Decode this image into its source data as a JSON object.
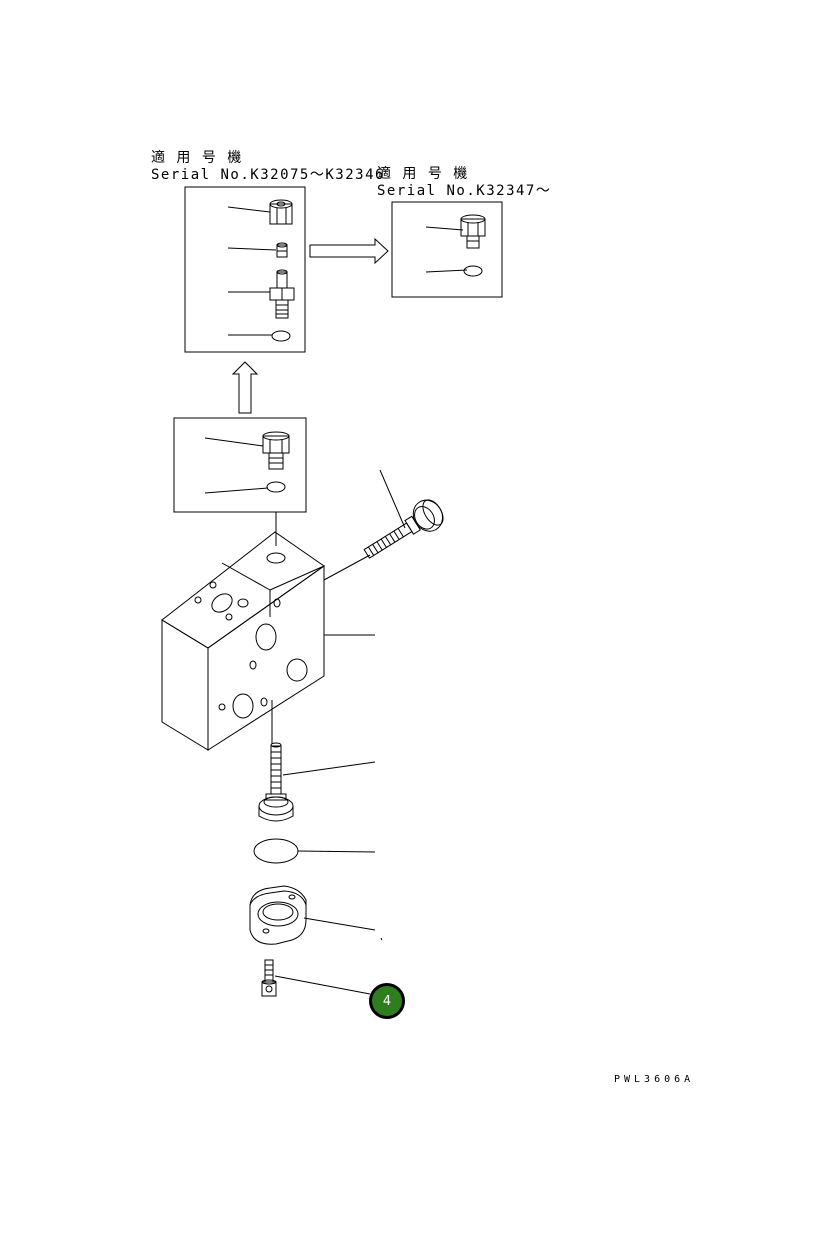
{
  "labels": {
    "old_applicable": "適 用 号 機",
    "old_serial": "Serial No.K32075～K32346",
    "new_applicable": "適 用 号 機",
    "new_serial": "Serial No.K32347～"
  },
  "callout": {
    "number": "4",
    "color": "#2e7d1e"
  },
  "drawing_code": "PWL3606A"
}
